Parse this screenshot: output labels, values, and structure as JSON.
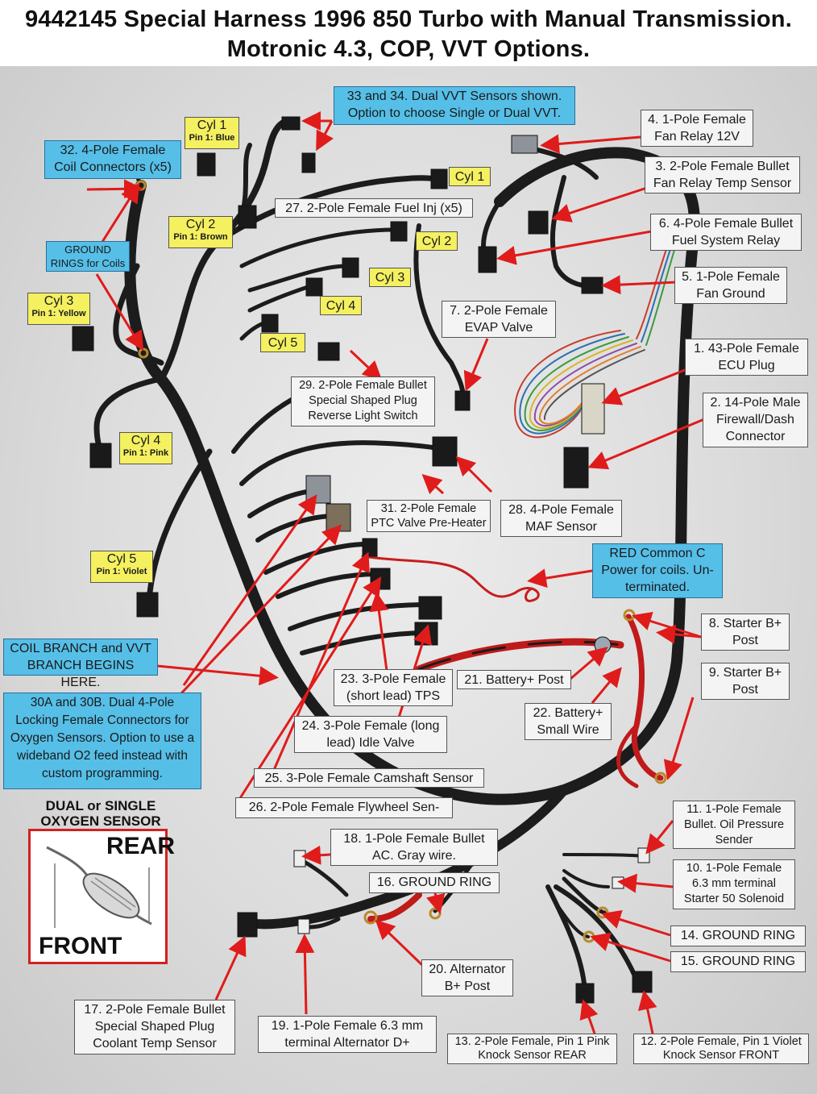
{
  "title": {
    "line1": "9442145 Special Harness 1996 850 Turbo with Manual Transmission.",
    "line2": "Motronic 4.3, COP, VVT Options."
  },
  "colors": {
    "accent_red": "#e01b1b",
    "label_blue": "#56bfe8",
    "label_yellow": "#f4f060",
    "wire_black": "#1c1c1c"
  },
  "labels": {
    "l33": "33 and 34. Dual VVT Sensors shown. Option to choose Single or Dual VVT.",
    "l32": "32. 4-Pole Female Coil Connectors (x5)",
    "lground": "GROUND RINGS for Coils",
    "l4": "4. 1-Pole Female Fan Relay 12V",
    "l3": "3. 2-Pole Female Bullet Fan Relay Temp Sensor",
    "l27": "27. 2-Pole Female Fuel Inj (x5)",
    "l6": "6. 4-Pole Female Bullet Fuel System Relay",
    "l5": "5. 1-Pole Female Fan Ground",
    "l7": "7. 2-Pole Female EVAP Valve",
    "l1": "1. 43-Pole Female ECU Plug",
    "l2": "2. 14-Pole Male Firewall/Dash Connector",
    "l29": "29. 2-Pole Female Bullet Special Shaped Plug Reverse Light Switch",
    "l31": "31. 2-Pole Female PTC Valve Pre-Heater",
    "l28": "28. 4-Pole Female MAF Sensor",
    "lred": "RED Common C Power for coils. Un-terminated.",
    "l8": "8. Starter B+ Post",
    "l9": "9. Starter B+ Post",
    "lcoil": "COIL BRANCH and VVT BRANCH BEGINS HERE.",
    "l23": "23. 3-Pole Female (short lead) TPS",
    "l21": "21. Battery+ Post",
    "l22": "22. Battery+ Small Wire",
    "l30": "30A and 30B. Dual 4-Pole Locking Female Connectors for Oxygen Sensors. Option to use a wideband O2 feed instead with custom programming.",
    "l24": "24. 3-Pole Female (long lead) Idle Valve",
    "l25": "25. 3-Pole Female Camshaft Sensor",
    "l26": "26. 2-Pole Female Flywheel Sen-",
    "l11": "11. 1-Pole Female Bullet. Oil Pressure Sender",
    "l18": "18. 1-Pole Female Bullet AC. Gray wire.",
    "l10": "10. 1-Pole Female 6.3 mm terminal Starter 50 Solenoid",
    "l16": "16. GROUND RING",
    "l14": "14. GROUND RING",
    "l15": "15. GROUND RING",
    "l20": "20. Alternator B+ Post",
    "l17": "17. 2-Pole Female Bullet Special Shaped Plug Coolant Temp Sensor",
    "l19": "19. 1-Pole Female 6.3 mm terminal Alternator D+",
    "l13": "13. 2-Pole Female, Pin 1 Pink Knock Sensor REAR",
    "l12": "12. 2-Pole Female, Pin 1 Violet Knock Sensor FRONT"
  },
  "cylinders": {
    "coil1": {
      "name": "Cyl 1",
      "pin": "Pin 1: Blue"
    },
    "coil2": {
      "name": "Cyl 2",
      "pin": "Pin 1: Brown"
    },
    "coil3": {
      "name": "Cyl 3",
      "pin": "Pin 1: Yellow"
    },
    "coil4": {
      "name": "Cyl 4",
      "pin": "Pin 1: Pink"
    },
    "coil5": {
      "name": "Cyl 5",
      "pin": "Pin 1: Violet"
    },
    "inj1": "Cyl 1",
    "inj2": "Cyl 2",
    "inj3": "Cyl 3",
    "inj4": "Cyl 4",
    "inj5": "Cyl 5"
  },
  "o2_inset": {
    "heading": "DUAL or SINGLE OXYGEN SENSOR",
    "rear": "REAR",
    "front": "FRONT"
  }
}
